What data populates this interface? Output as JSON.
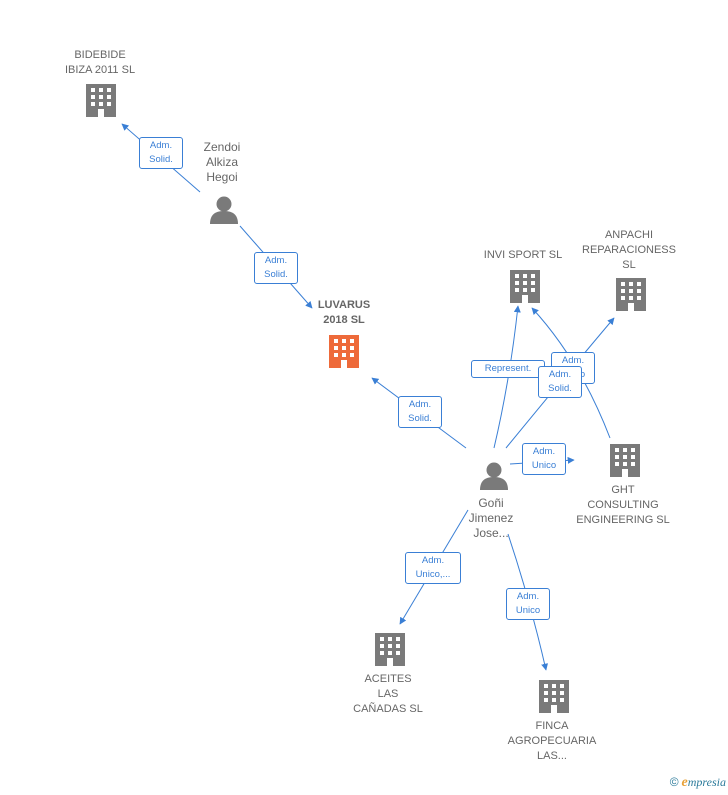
{
  "colors": {
    "edge": "#3a7fd5",
    "node_gray": "#7a7a7a",
    "node_highlight": "#ee6a3a"
  },
  "nodes": {
    "bidebide": {
      "label": "BIDEBIDE\nIBIZA 2011  SL",
      "icon": "building-icon"
    },
    "zendoi": {
      "label": "Zendoi\nAlkiza\nHegoi",
      "icon": "person-icon"
    },
    "luvarus": {
      "label": "LUVARUS\n2018  SL",
      "icon": "building-icon"
    },
    "invi": {
      "label": "INVI SPORT  SL",
      "icon": "building-icon"
    },
    "anpachi": {
      "label": "ANPACHI\nREPARACIONESS\nSL",
      "icon": "building-icon"
    },
    "goni": {
      "label": "Goñi\nJimenez\nJose...",
      "icon": "person-icon"
    },
    "ght": {
      "label": "GHT\nCONSULTING\nENGINEERING SL",
      "icon": "building-icon"
    },
    "aceites": {
      "label": "ACEITES\nLAS\nCAÑADAS  SL",
      "icon": "building-icon"
    },
    "finca": {
      "label": "FINCA\nAGROPECUARIA\nLAS...",
      "icon": "building-icon"
    }
  },
  "edges": {
    "zendoi_bidebide": "Adm.\nSolid.",
    "zendoi_luvarus": "Adm.\nSolid.",
    "goni_luvarus": "Adm.\nSolid.",
    "goni_invi": "Represent.",
    "ght_invi": "Adm.\nSolid.",
    "goni_anpachi": "Adm.\nUnico",
    "goni_ght": "Adm.\nUnico",
    "goni_aceites": "Adm.\nUnico,...",
    "goni_finca": "Adm.\nUnico"
  },
  "footer": {
    "copyright": "©",
    "brand_initial": "e",
    "brand_rest": "mpresia"
  }
}
